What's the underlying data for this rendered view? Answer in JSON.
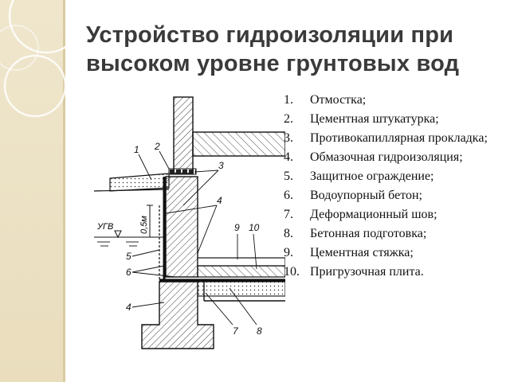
{
  "slide": {
    "title": "Устройство гидроизоляции при высоком уровне грунтовых вод"
  },
  "drawing": {
    "callouts": [
      "1",
      "2",
      "3",
      "4",
      "9",
      "10",
      "5",
      "6",
      "4",
      "7",
      "8"
    ],
    "ugv_label": "УГВ",
    "depth_label": "0,5м"
  },
  "legend": [
    {
      "num": "1.",
      "text": "Отмостка;"
    },
    {
      "num": "2.",
      "text": "Цементная штукатурка;"
    },
    {
      "num": "3.",
      "text": "Противокапиллярная прокладка;"
    },
    {
      "num": "4.",
      "text": "Обмазочная гидроизоляция;"
    },
    {
      "num": "5.",
      "text": "Защитное ограждение;"
    },
    {
      "num": "6.",
      "text": "Водоупорный бетон;"
    },
    {
      "num": "7.",
      "text": "Деформационный шов;"
    },
    {
      "num": "8.",
      "text": "Бетонная подготовка;"
    },
    {
      "num": "9.",
      "text": "Цементная стяжка;"
    },
    {
      "num": "10.",
      "text": "Пригрузочная плита."
    }
  ]
}
